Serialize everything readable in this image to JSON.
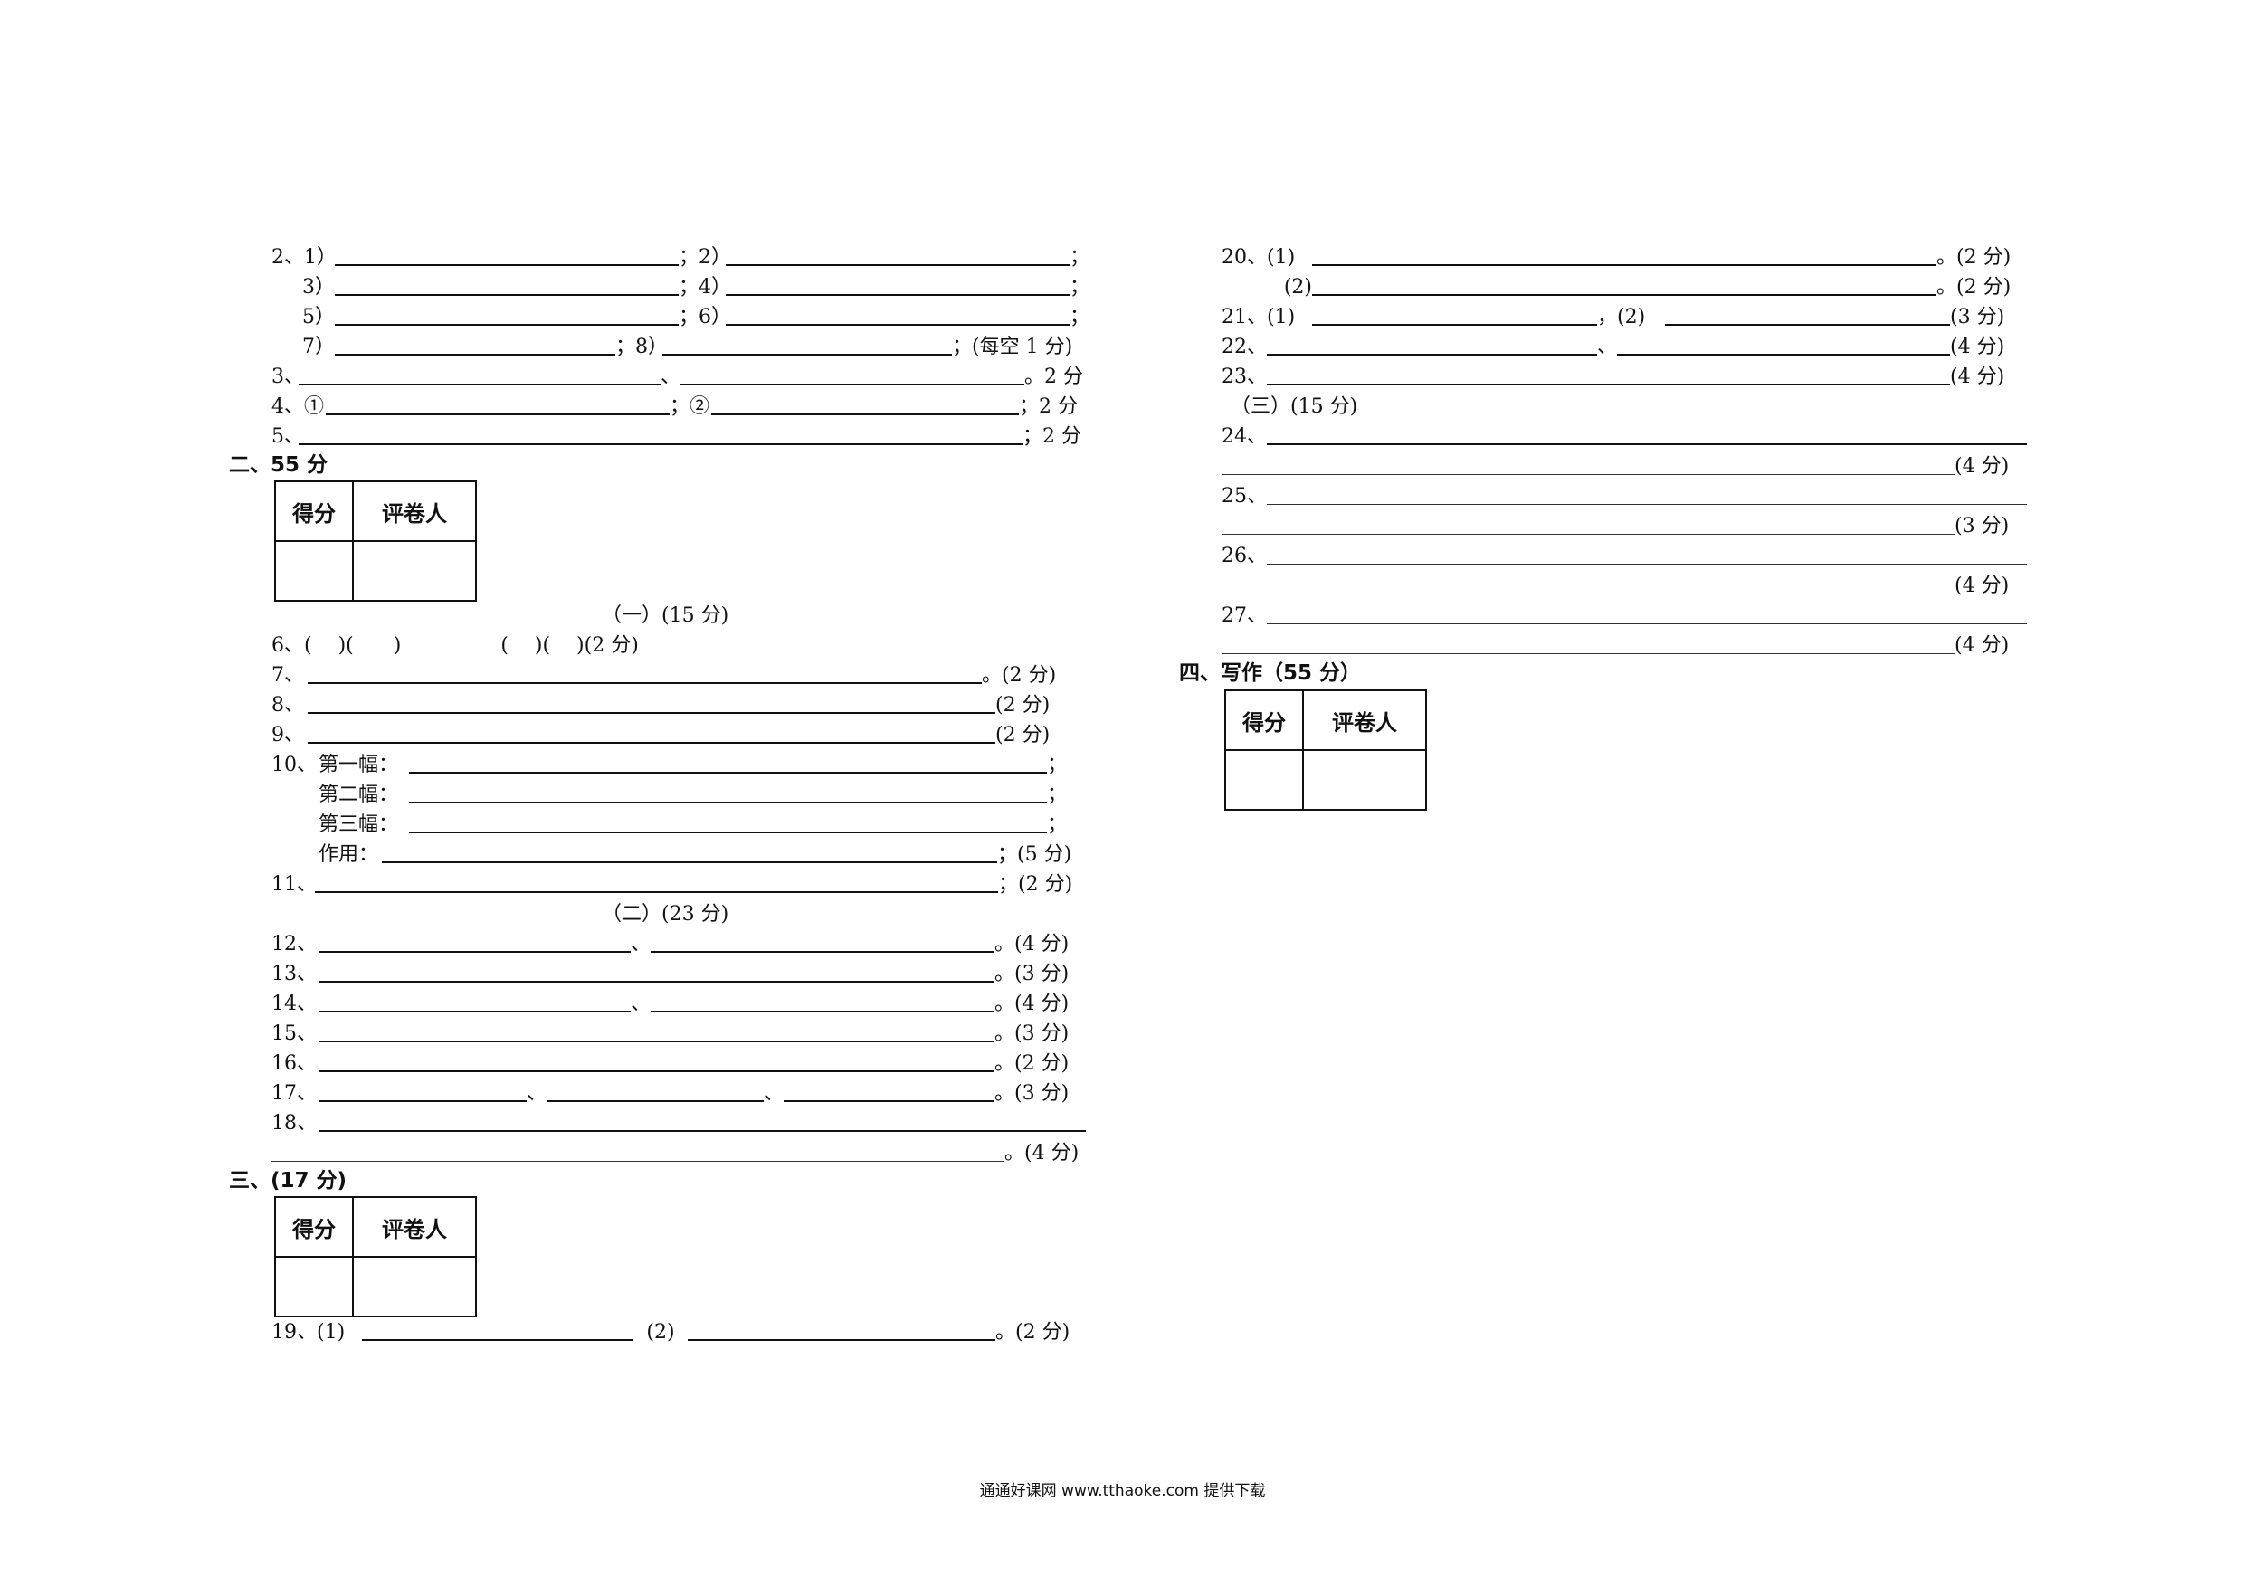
{
  "left": {
    "q2": {
      "l1": "2、1）",
      "s1": "；2）",
      "e1": "；",
      "l2": "3）",
      "s2": "；4）",
      "e2": "；",
      "l3": "5）",
      "s3": "；6）",
      "e3": "；",
      "l4": "7）",
      "s4": "；8）",
      "e4": "；(每空 1 分)"
    },
    "q3": {
      "label": "3、",
      "sep": "、",
      "end": "。2 分"
    },
    "q4": {
      "label": "4、①",
      "sep": "；②",
      "end": "；2 分"
    },
    "q5": {
      "label": "5、",
      "end": "；2 分"
    },
    "sec2": {
      "heading": "二、55 分",
      "score_label": "得分",
      "grader_label": "评卷人"
    },
    "part1": {
      "heading": "（一）(15 分)"
    },
    "q6": {
      "text": "6、(　 )(　　)　　　　　(　 )(　 )(2 分)"
    },
    "q7": {
      "label": "7、",
      "end": "。(2 分)"
    },
    "q8": {
      "label": "8、",
      "end": "(2 分)"
    },
    "q9": {
      "label": "9、",
      "end": "(2 分)"
    },
    "q10": {
      "label": "10、",
      "a": "第一幅：",
      "b": "第二幅：",
      "c": "第三幅：",
      "d": "作用：",
      "ea": "；",
      "eb": "；",
      "ec": "；",
      "ed": "；(5 分)"
    },
    "q11": {
      "label": "11、",
      "end": "；(2 分)"
    },
    "part2": {
      "heading": "（二）(23 分)"
    },
    "q12": {
      "label": "12、",
      "sep": "、",
      "end": "。(4 分)"
    },
    "q13": {
      "label": "13、",
      "end": "。(3 分)"
    },
    "q14": {
      "label": "14、",
      "sep": "、",
      "end": "。(4 分)"
    },
    "q15": {
      "label": "15、",
      "end": "。(3 分)"
    },
    "q16": {
      "label": "16、",
      "end": "。(2 分)"
    },
    "q17": {
      "label": "17、",
      "sep1": "、",
      "sep2": "、",
      "end": "。(3 分)"
    },
    "q18": {
      "label": "18、",
      "end": "。(4 分)"
    },
    "sec3": {
      "heading": "三、(17 分)",
      "score_label": "得分",
      "grader_label": "评卷人"
    },
    "q19": {
      "label": "19、(1)",
      "sep": "(2)",
      "end": "。(2 分)"
    }
  },
  "right": {
    "q20": {
      "l1": "20、(1)",
      "e1": "。(2 分)",
      "l2": "(2)",
      "e2": "。(2 分)"
    },
    "q21": {
      "label": "21、(1)",
      "sep": "，(2)",
      "end": "(3 分)"
    },
    "q22": {
      "label": "22、",
      "sep": "、",
      "end": "(4 分)"
    },
    "q23": {
      "label": "23、",
      "end": "(4 分)"
    },
    "part3": {
      "heading": "（三）(15 分)"
    },
    "q24": {
      "label": "24、",
      "end": "(4 分)"
    },
    "q25": {
      "label": "25、",
      "end": "(3 分)"
    },
    "q26": {
      "label": "26、",
      "end": "(4 分)"
    },
    "q27": {
      "label": "27、",
      "end": "(4 分)"
    },
    "sec4": {
      "heading": "四、写作（55 分）",
      "score_label": "得分",
      "grader_label": "评卷人"
    }
  },
  "footer": {
    "text": "通通好课网 www.tthaoke.com 提供下载"
  }
}
